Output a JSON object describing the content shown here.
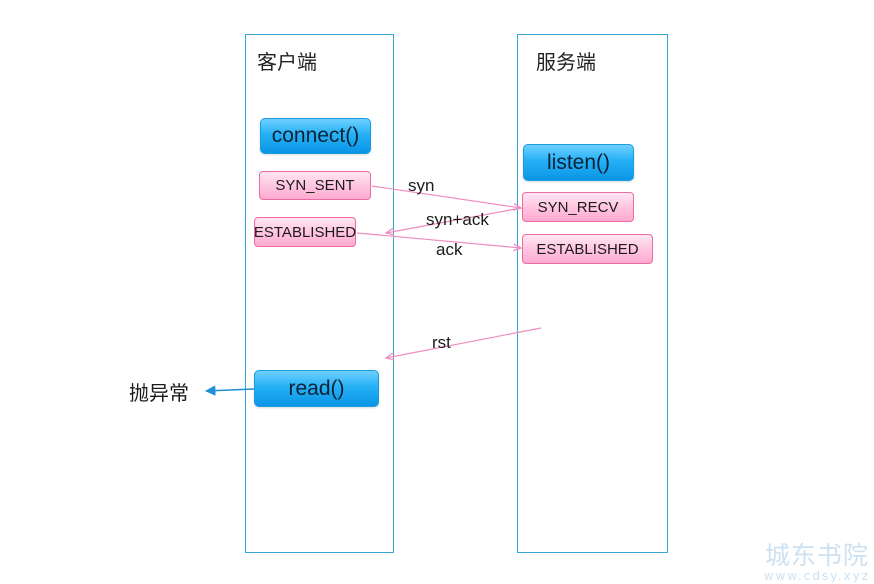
{
  "lanes": {
    "client": {
      "title": "客户端"
    },
    "server": {
      "title": "服务端"
    }
  },
  "client": {
    "connect": "connect()",
    "syn_sent": "SYN_SENT",
    "established": "ESTABLISHED",
    "read": "read()"
  },
  "server": {
    "listen": "listen()",
    "syn_recv": "SYN_RECV",
    "established": "ESTABLISHED"
  },
  "messages": {
    "syn": "syn",
    "syn_ack": "syn+ack",
    "ack": "ack",
    "rst": "rst"
  },
  "exception": "抛异常",
  "watermark": {
    "main": "城东书院",
    "sub": "www.cdsy.xyz"
  },
  "colors": {
    "lane_border": "#3aa6d6",
    "message_arrow": "#f08cc0",
    "exception_arrow": "#1f8fd8"
  }
}
